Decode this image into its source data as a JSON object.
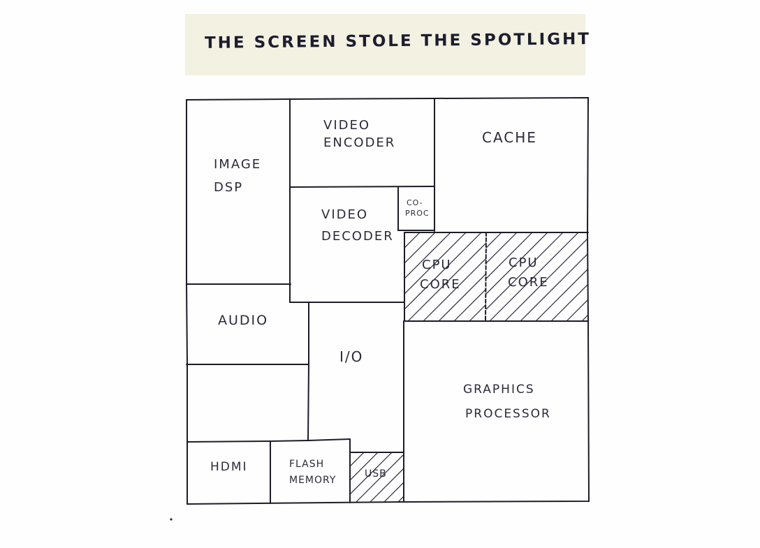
{
  "title": "THE SCREEN STOLE THE SPOTLIGHT",
  "blocks": {
    "image_dsp": [
      "IMAGE",
      "DSP"
    ],
    "video_encoder": [
      "VIDEO",
      "ENCODER"
    ],
    "cache": [
      "CACHE"
    ],
    "co_proc": [
      "CO-",
      "PROC"
    ],
    "video_decoder": [
      "VIDEO",
      "DECODER"
    ],
    "cpu_core_left": [
      "CPU",
      "CORE"
    ],
    "cpu_core_right": [
      "CPU",
      "CORE"
    ],
    "audio": [
      "AUDIO"
    ],
    "io": [
      "I/O"
    ],
    "graphics_processor": [
      "GRAPHICS",
      "PROCESSOR"
    ],
    "hdmi": [
      "HDMI"
    ],
    "flash_memory": [
      "FLASH",
      "MEMORY"
    ],
    "usb": [
      "USB"
    ],
    "unlabeled": []
  },
  "hatched_blocks": [
    "cpu_core_left",
    "cpu_core_right",
    "usb"
  ],
  "colors": {
    "ink": "#1c1c28",
    "paper_strip": "#f3f1e2",
    "background": "#fefefe"
  }
}
